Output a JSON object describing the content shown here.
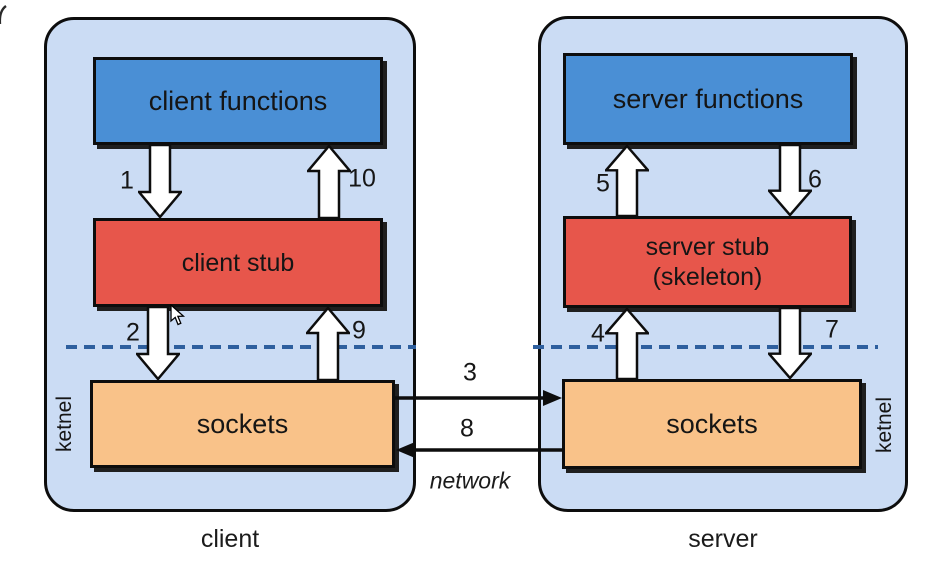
{
  "colors": {
    "panel_fill": "#cbdcf4",
    "functions_box_fill": "#4a8fd5",
    "stub_box_fill": "#e7564b",
    "sockets_box_fill": "#f9c289",
    "kernel_boundary_dash": "#2e5f9e",
    "outline": "#0d0d0d",
    "arrow_fill": "#ffffff"
  },
  "client": {
    "title": "client",
    "kernel_label": "ketnel",
    "functions_box": "client functions",
    "stub_box": "client stub",
    "sockets_box": "sockets",
    "step_1": "1",
    "step_2": "2",
    "step_9": "9",
    "step_10": "10"
  },
  "server": {
    "title": "server",
    "kernel_label": "ketnel",
    "functions_box": "server functions",
    "stub_box_line1": "server stub",
    "stub_box_line2": "(skeleton)",
    "sockets_box": "sockets",
    "step_4": "4",
    "step_5": "5",
    "step_6": "6",
    "step_7": "7"
  },
  "network": {
    "label": "network",
    "step_3": "3",
    "step_8": "8"
  }
}
